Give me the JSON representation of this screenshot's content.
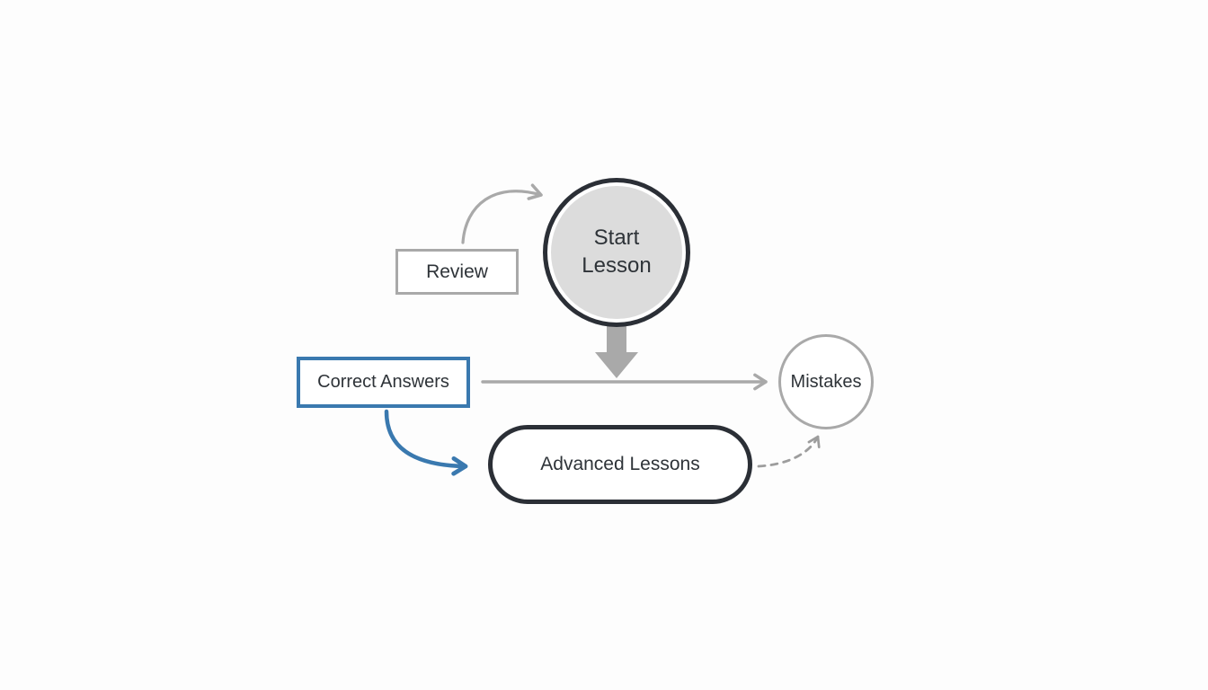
{
  "diagram": {
    "nodes": {
      "review": {
        "label": "Review",
        "shape": "rectangle",
        "border_color": "#a9a9a9",
        "fill": "#ffffff"
      },
      "start_lesson": {
        "label": "Start Lesson",
        "shape": "circle",
        "border_color": "#2b2f36",
        "fill": "#dcdcdc"
      },
      "correct_answers": {
        "label": "Correct Answers",
        "shape": "rectangle",
        "border_color": "#3a79af",
        "fill": "#ffffff"
      },
      "mistakes": {
        "label": "Mistakes",
        "shape": "circle",
        "border_color": "#a9a9a9",
        "fill": "#ffffff"
      },
      "advanced_lessons": {
        "label": "Advanced Lessons",
        "shape": "rounded-pill",
        "border_color": "#2b2f36",
        "fill": "#ffffff"
      }
    },
    "edges": [
      {
        "from": "review",
        "to": "start_lesson",
        "style": "solid curved arrow",
        "color": "#a9a9a9"
      },
      {
        "from": "start_lesson",
        "to": "flow-line",
        "style": "thick block arrow down",
        "color": "#a9a9a9"
      },
      {
        "from": "correct_answers",
        "to": "mistakes",
        "style": "solid straight arrow",
        "color": "#a9a9a9"
      },
      {
        "from": "correct_answers",
        "to": "advanced_lessons",
        "style": "solid curved arrow",
        "color": "#3a79af"
      },
      {
        "from": "advanced_lessons",
        "to": "mistakes",
        "style": "dashed curved arrow",
        "color": "#9d9d9d"
      }
    ],
    "colors": {
      "background": "#fdfdfd",
      "dark_stroke": "#2b2f36",
      "gray_stroke": "#a9a9a9",
      "blue_accent": "#3a79af",
      "gray_fill": "#dcdcdc",
      "text": "#2e3338"
    }
  }
}
